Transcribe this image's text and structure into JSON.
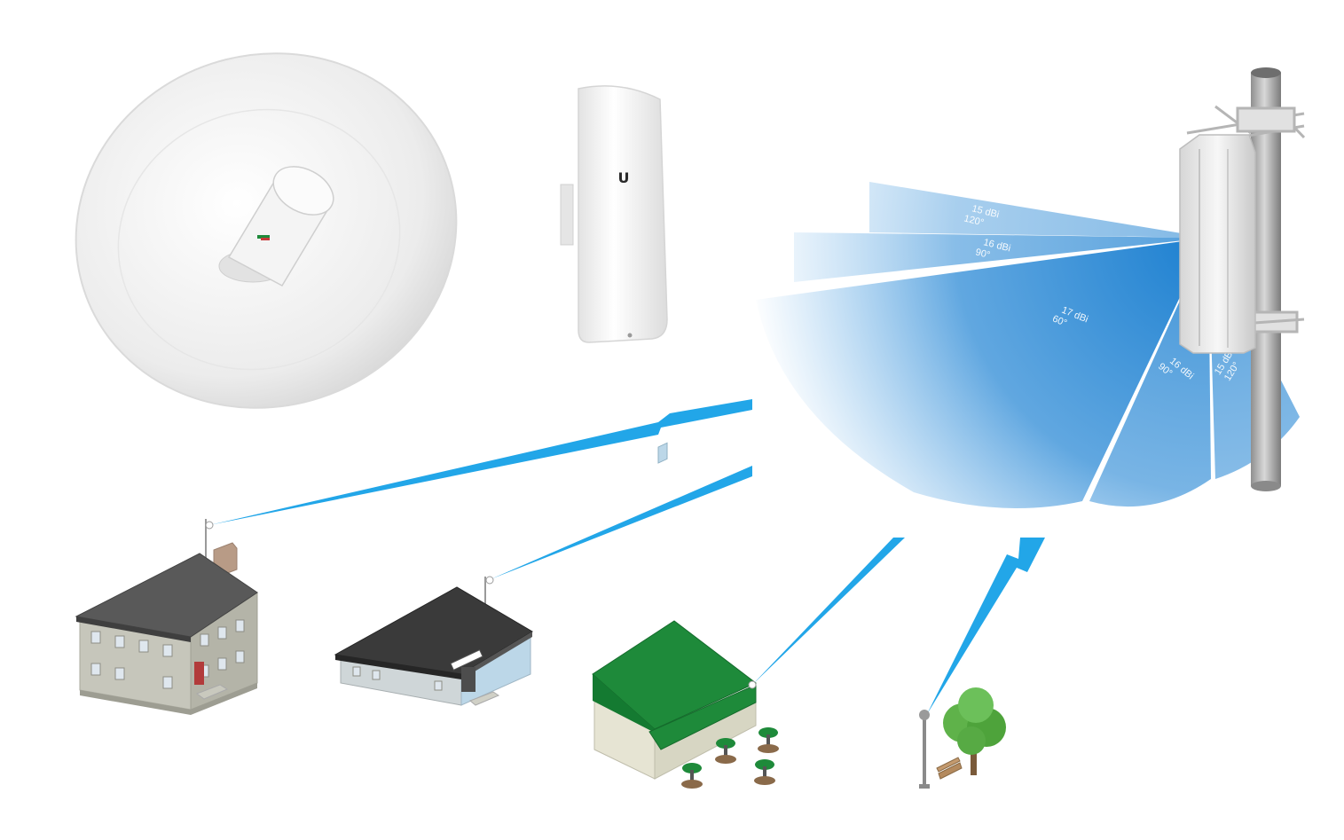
{
  "colors": {
    "beam": "#1b7fd0",
    "link": "#22a6e8",
    "roof_house": "#595959",
    "roof_shop": "#3a3a3a",
    "roof_cafe": "#1e8a3a",
    "wall": "#c9c9be",
    "door": "#b23b3b",
    "tree": "#5fb24a"
  },
  "icons": {
    "dish": "parabolic-dish-antenna",
    "cpe": "locostation-cpe",
    "sector": "sector-antenna-on-pole"
  },
  "device": {
    "logo": "U"
  },
  "beams": {
    "b120a": {
      "gain": "15 dBi",
      "angle": "120°"
    },
    "b90a": {
      "gain": "16 dBi",
      "angle": "90°"
    },
    "b60": {
      "gain": "17 dBi",
      "angle": "60°"
    },
    "b90b": {
      "gain": "16 dBi",
      "angle": "90°"
    },
    "b120b": {
      "gain": "15 dBi",
      "angle": "120°"
    }
  }
}
